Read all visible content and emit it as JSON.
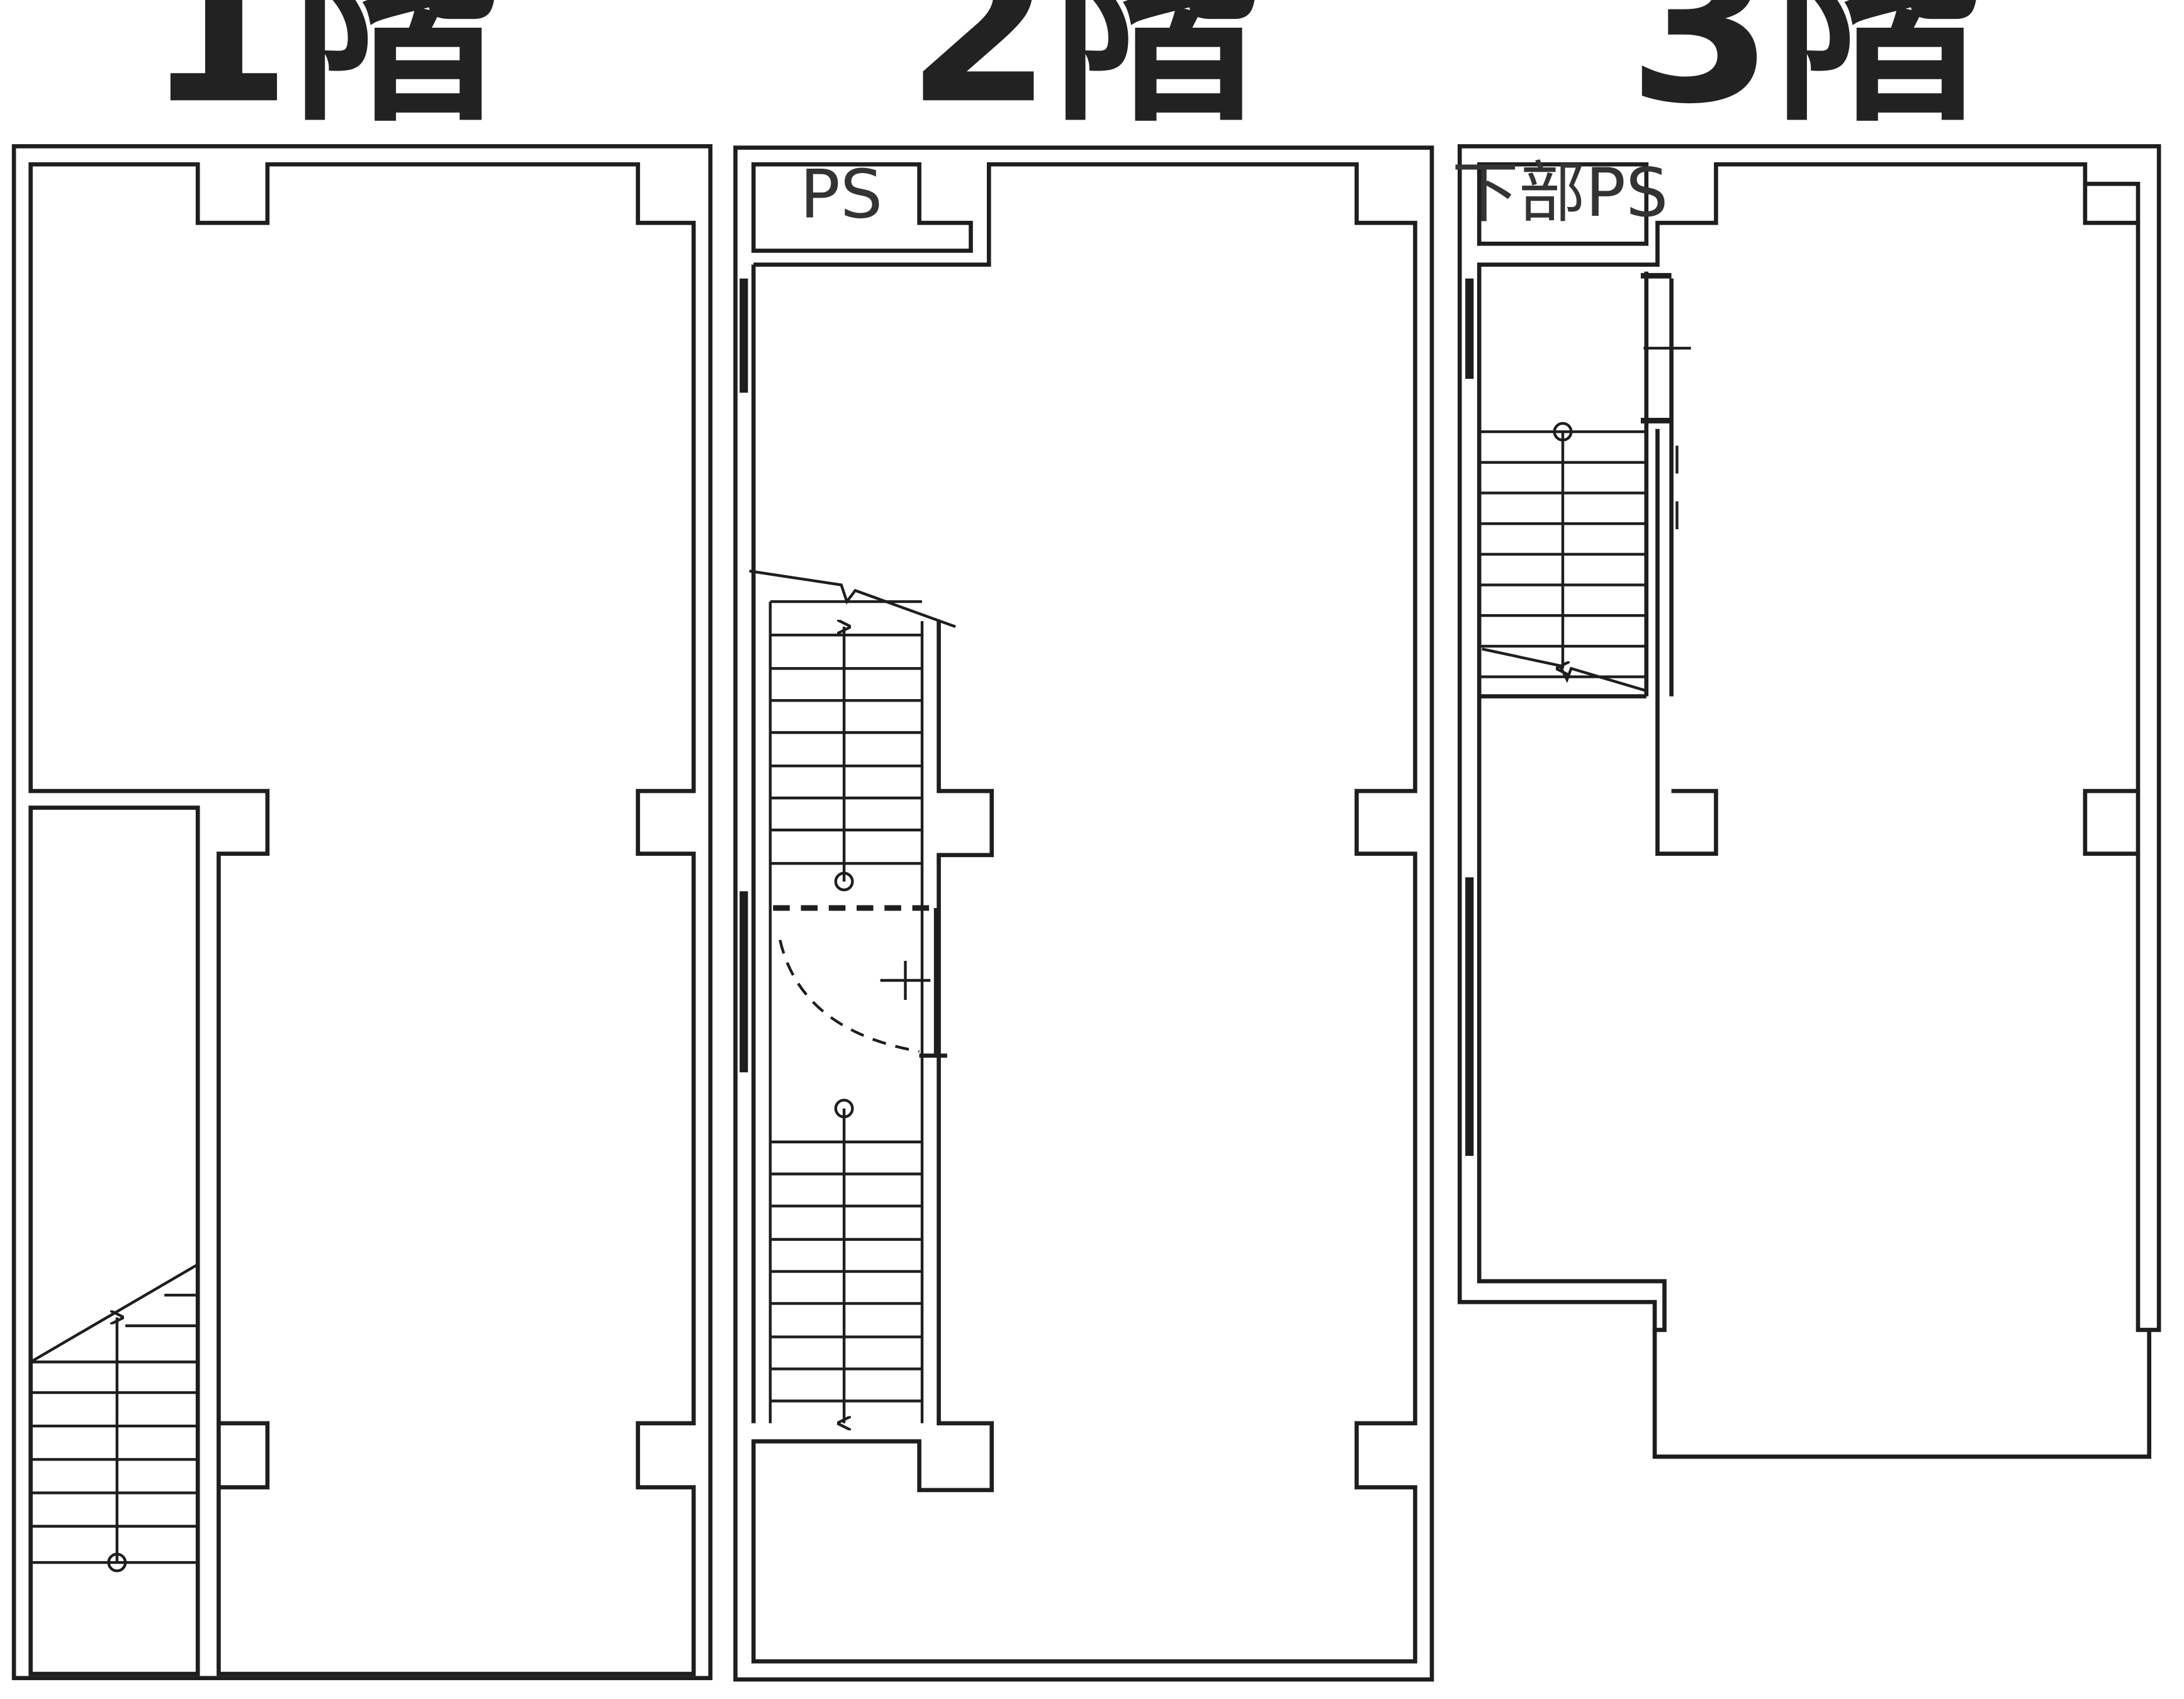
{
  "floors": [
    {
      "label": "1階"
    },
    {
      "label": "2階"
    },
    {
      "label": "3階"
    }
  ],
  "rooms": {
    "ps": "PS",
    "lower_ps": "下部PS"
  },
  "colors": {
    "line": "#1e1e1e",
    "background": "#ffffff"
  }
}
